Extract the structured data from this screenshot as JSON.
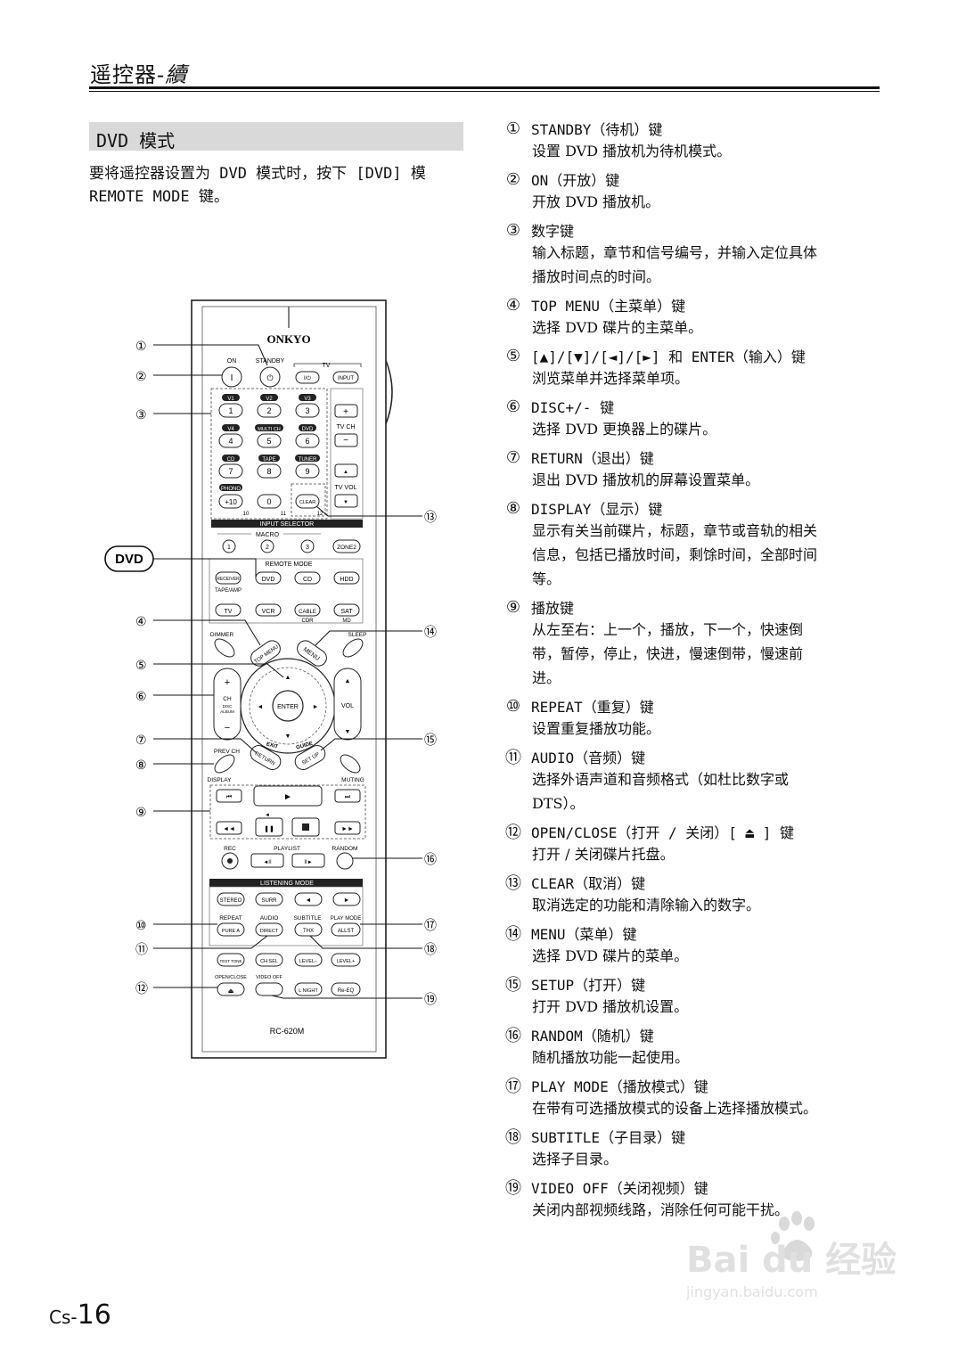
{
  "header": {
    "title_main": "遥控器",
    "title_suffix": "-續"
  },
  "section": {
    "title": "DVD 模式",
    "intro_line1": "要将遥控器设置为 DVD 模式时，按下 [DVD] 模",
    "intro_line2": "REMOTE MODE 键。"
  },
  "figure": {
    "dvd_tag": "DVD",
    "brand": "ONKYO",
    "model": "RC-620M",
    "callouts_left": [
      "①",
      "②",
      "③",
      "④",
      "⑤",
      "⑥",
      "⑦",
      "⑧",
      "⑨",
      "⑩",
      "⑪",
      "⑫"
    ],
    "callouts_right": [
      "⑬",
      "⑭",
      "⑮",
      "⑯",
      "⑰",
      "⑱",
      "⑲"
    ],
    "labels": {
      "on": "ON",
      "standby": "STANDBY",
      "tv": "TV",
      "input": "INPUT",
      "tv_power": "I/⏻",
      "v1": "V1",
      "v2": "V2",
      "v3": "V3",
      "v4": "V4",
      "multich": "MULTI CH",
      "dvd_src": "DVD",
      "cd_src": "CD",
      "tape": "TAPE",
      "tuner": "TUNER",
      "phono": "PHONO",
      "tv_ch": "TV CH",
      "tv_vol": "TV VOL",
      "clear": "CLEAR",
      "input_selector": "INPUT SELECTOR",
      "macro": "MACRO",
      "remote_mode": "REMOTE MODE",
      "zone2": "ZONE2",
      "receiver": "RECEIVER",
      "tape_amp": "TAPE/AMP",
      "dvd": "DVD",
      "cd": "CD",
      "hdd": "HDD",
      "tvb": "TV",
      "vcr": "VCR",
      "cable": "CABLE",
      "sat": "SAT",
      "cdr": "CDR",
      "md": "MD",
      "dimmer": "DIMMER",
      "sleep": "SLEEP",
      "top_menu": "TOP MENU",
      "menu": "MENU",
      "enter": "ENTER",
      "ch": "CH",
      "disc": "DISC",
      "album": "ALBUM",
      "vol": "VOL",
      "exit": "EXIT",
      "guide": "GUIDE",
      "return": "RETURN",
      "setup": "SET UP",
      "prev_ch": "PREV CH",
      "display": "DISPLAY",
      "muting": "MUTING",
      "rec": "REC",
      "playlist": "PLAYLIST",
      "random": "RANDOM",
      "listening_mode": "LISTENING MODE",
      "stereo": "STEREO",
      "surr": "SURR",
      "repeat": "REPEAT",
      "audio": "AUDIO",
      "subtitle": "SUBTITLE",
      "play_mode": "PLAY MODE",
      "pure_a": "PURE A",
      "direct": "DIRECT",
      "thx": "THX",
      "all_st": "ALLST",
      "test_tone": "TEST TONE",
      "ch_sel": "CH SEL",
      "level_minus": "LEVEL−",
      "level_plus": "LEVEL+",
      "open_close": "OPEN/CLOSE",
      "video_off": "VIDEO OFF",
      "l_night": "L NIGHT",
      "re_eq": "Re-EQ",
      "n10": "10",
      "n11": "11",
      "n12": "12"
    },
    "numbers": [
      "1",
      "2",
      "3",
      "4",
      "5",
      "6",
      "7",
      "8",
      "9",
      "+10",
      "0"
    ]
  },
  "keys": [
    {
      "num": "①",
      "title": "STANDBY（待机）键",
      "desc": [
        "设置 DVD 播放机为待机模式。"
      ]
    },
    {
      "num": "②",
      "title": "ON（开放）键",
      "desc": [
        "开放 DVD 播放机。"
      ]
    },
    {
      "num": "③",
      "title": "数字键",
      "desc": [
        "输入标题，章节和信号编号，并输入定位具体",
        "播放时间点的时间。"
      ]
    },
    {
      "num": "④",
      "title": "TOP MENU（主菜单）键",
      "desc": [
        "选择 DVD 碟片的主菜单。"
      ]
    },
    {
      "num": "⑤",
      "title": "[▲]/[▼]/[◄]/[►] 和 ENTER（输入）键",
      "desc": [
        "浏览菜单并选择菜单项。"
      ]
    },
    {
      "num": "⑥",
      "title": "DISC+/- 键",
      "desc": [
        "选择 DVD 更换器上的碟片。"
      ]
    },
    {
      "num": "⑦",
      "title": "RETURN（退出）键",
      "desc": [
        "退出 DVD 播放机的屏幕设置菜单。"
      ]
    },
    {
      "num": "⑧",
      "title": "DISPLAY（显示）键",
      "desc": [
        "显示有关当前碟片，标题，章节或音轨的相关",
        "信息，包括已播放时间，剩馀时间，全部时间",
        "等。"
      ]
    },
    {
      "num": "⑨",
      "title": "播放键",
      "desc": [
        "从左至右：上一个，播放，下一个，快速倒",
        "带，暂停，停止，快进，慢速倒带，慢速前",
        "进。"
      ]
    },
    {
      "num": "⑩",
      "title": "REPEAT（重复）键",
      "desc": [
        "设置重复播放功能。"
      ]
    },
    {
      "num": "⑪",
      "title": "AUDIO（音频）键",
      "desc": [
        "选择外语声道和音频格式（如杜比数字或",
        "DTS）。"
      ]
    },
    {
      "num": "⑫",
      "title": "OPEN/CLOSE（打开 / 关闭）[ ⏏ ] 键",
      "desc": [
        "打开 / 关闭碟片托盘。"
      ]
    },
    {
      "num": "⑬",
      "title": "CLEAR（取消）键",
      "desc": [
        "取消选定的功能和清除输入的数字。"
      ]
    },
    {
      "num": "⑭",
      "title": "MENU（菜单）键",
      "desc": [
        "选择 DVD 碟片的菜单。"
      ]
    },
    {
      "num": "⑮",
      "title": "SETUP（打开）键",
      "desc": [
        "打开 DVD 播放机设置。"
      ]
    },
    {
      "num": "⑯",
      "title": "RANDOM（随机）键",
      "desc": [
        "随机播放功能一起使用。"
      ]
    },
    {
      "num": "⑰",
      "title": "PLAY MODE（播放模式）键",
      "desc": [
        "在带有可选播放模式的设备上选择播放模式。"
      ]
    },
    {
      "num": "⑱",
      "title": "SUBTITLE（子目录）键",
      "desc": [
        "选择子目录。"
      ]
    },
    {
      "num": "⑲",
      "title": "VIDEO OFF（关闭视频）键",
      "desc": [
        "关闭内部视频线路，消除任何可能干扰。"
      ]
    }
  ],
  "footer": {
    "page_prefix": "Cs-",
    "page_number": "16"
  },
  "watermark": {
    "brand": "Bai du 经验",
    "url": "jingyan.baidu.com"
  }
}
